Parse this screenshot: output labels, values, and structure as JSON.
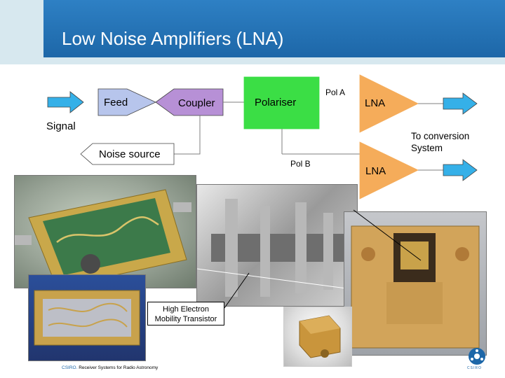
{
  "slide": {
    "title": "Low Noise Amplifiers (LNA)",
    "footer_org": "CSIRO.",
    "footer_text": " Receiver Systems for Radio Astronomy",
    "logo_tag": "CSIRO"
  },
  "diagram": {
    "feed": "Feed",
    "coupler": "Coupler",
    "polariser": "Polariser",
    "signal": "Signal",
    "noise_source": "Noise source",
    "pol_a": "Pol A",
    "pol_b": "Pol B",
    "lna_a": "LNA",
    "lna_b": "LNA",
    "output_line1": "To conversion",
    "output_line2": "System",
    "hemt_line1": "High Electron",
    "hemt_line2": "Mobility Transistor"
  },
  "colors": {
    "header": "#2e80c4",
    "feed": "#b7c5ec",
    "coupler": "#b790d6",
    "polariser": "#3bde45",
    "lna": "#f5ac5a",
    "arrow": "#35b0e8"
  }
}
